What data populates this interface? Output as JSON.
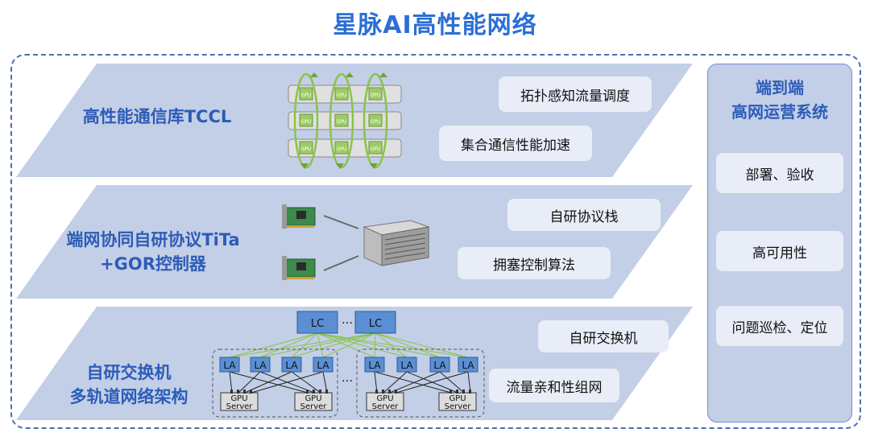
{
  "title": "星脉AI高性能网络",
  "layers": [
    {
      "label": "高性能通信库TCCL",
      "pills": [
        "拓扑感知流量调度",
        "集合通信性能加速"
      ],
      "gpu_chip_label": "GPU"
    },
    {
      "label_line1": "端网协同自研协议TiTa",
      "label_line2": "+GOR控制器",
      "pills": [
        "自研协议栈",
        "拥塞控制算法"
      ]
    },
    {
      "label_line1": "自研交换机",
      "label_line2": "多轨道网络架构",
      "pills": [
        "自研交换机",
        "流量亲和性组网"
      ],
      "lc_label": "LC",
      "la_label": "LA",
      "ellipsis": "…",
      "server_label_line1": "GPU",
      "server_label_line2": "Server"
    }
  ],
  "right_panel": {
    "title_line1": "端到端",
    "title_line2": "高网运营系统",
    "items": [
      "部署、验收",
      "高可用性",
      "问题巡检、定位"
    ]
  },
  "colors": {
    "title": "#2b6fd6",
    "band": "#c3cfe6",
    "pill": "#e8edf7",
    "accent": "#2d5cb8",
    "node": "#5b8fd4",
    "arrow": "#7ab648"
  }
}
